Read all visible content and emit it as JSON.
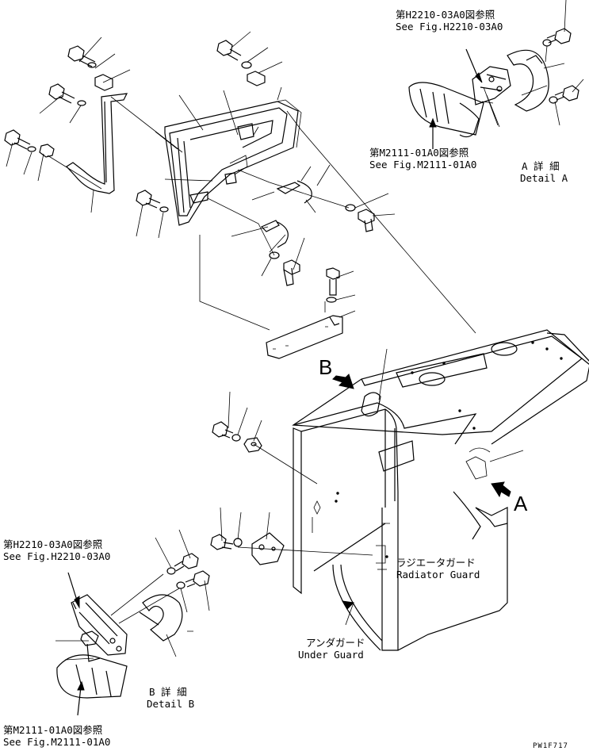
{
  "labels": {
    "ref_top_jp": "第H2210-03A0図参照",
    "ref_top_en": "See Fig.H2210-03A0",
    "ref_mid_jp": "第M2111-01A0図参照",
    "ref_mid_en": "See Fig.M2111-01A0",
    "detail_a_jp": "A 詳 細",
    "detail_a_en": "Detail A",
    "ref_left_jp": "第H2210-03A0図参照",
    "ref_left_en": "See Fig.H2210-03A0",
    "ref_bottom_jp": "第M2111-01A0図参照",
    "ref_bottom_en": "See Fig.M2111-01A0",
    "detail_b_jp": "B 詳 細",
    "detail_b_en": "Detail B",
    "radiator_jp": "ラジエータガード",
    "radiator_en": "Radiator Guard",
    "under_jp": "アンダガード",
    "under_en": "Under Guard",
    "view_a": "A",
    "view_b": "B",
    "drawing_code": "PW1F717"
  }
}
